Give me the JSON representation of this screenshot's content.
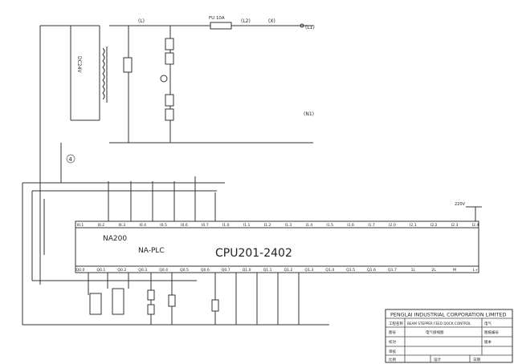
{
  "diagram": {
    "labels": {
      "L": "(L)",
      "L1": "(L1)",
      "L2": "(L2)",
      "X": "(X)",
      "N1": "(N1)",
      "fuse": "FU 10A",
      "circle4": "4",
      "dc": "DC24V",
      "plc_model": "NA200",
      "plc_type": "NA-PLC",
      "cpu": "CPU201-2402",
      "v220": "220V"
    },
    "inputs_top": [
      "I0.1",
      "I0.2",
      "I0.3",
      "I0.4",
      "I0.5",
      "I0.6",
      "I0.7",
      "I1.0",
      "I1.1",
      "I1.2",
      "I1.3",
      "I1.4",
      "I1.5",
      "I1.6",
      "I1.7",
      "I2.0",
      "I2.1",
      "I2.2",
      "I2.3",
      "I2.4"
    ],
    "outputs_bottom": [
      "Q0.0",
      "Q0.1",
      "Q0.2",
      "Q0.3",
      "Q0.4",
      "Q0.5",
      "Q0.6",
      "Q0.7",
      "Q1.0",
      "Q1.1",
      "Q1.2",
      "Q1.3",
      "Q1.4",
      "Q1.5",
      "Q1.6",
      "Q1.7",
      "1L",
      "2L",
      "M",
      "L+"
    ]
  },
  "title_block": {
    "company": "PENGLAI INDUSTRIAL CORPORATION LIMITED",
    "rows": [
      {
        "label": "工程名称",
        "value": "BEAM STEPPER FEED DOCK CONTROL"
      },
      {
        "label": "图号",
        "value": "电气接线图"
      },
      {
        "label": "校对",
        "value": ""
      },
      {
        "label": "审核",
        "value": ""
      }
    ],
    "right_rows": [
      "电气",
      "图纸编号",
      "版本",
      ""
    ],
    "bottom": [
      "比例",
      "设计",
      "日期"
    ]
  }
}
